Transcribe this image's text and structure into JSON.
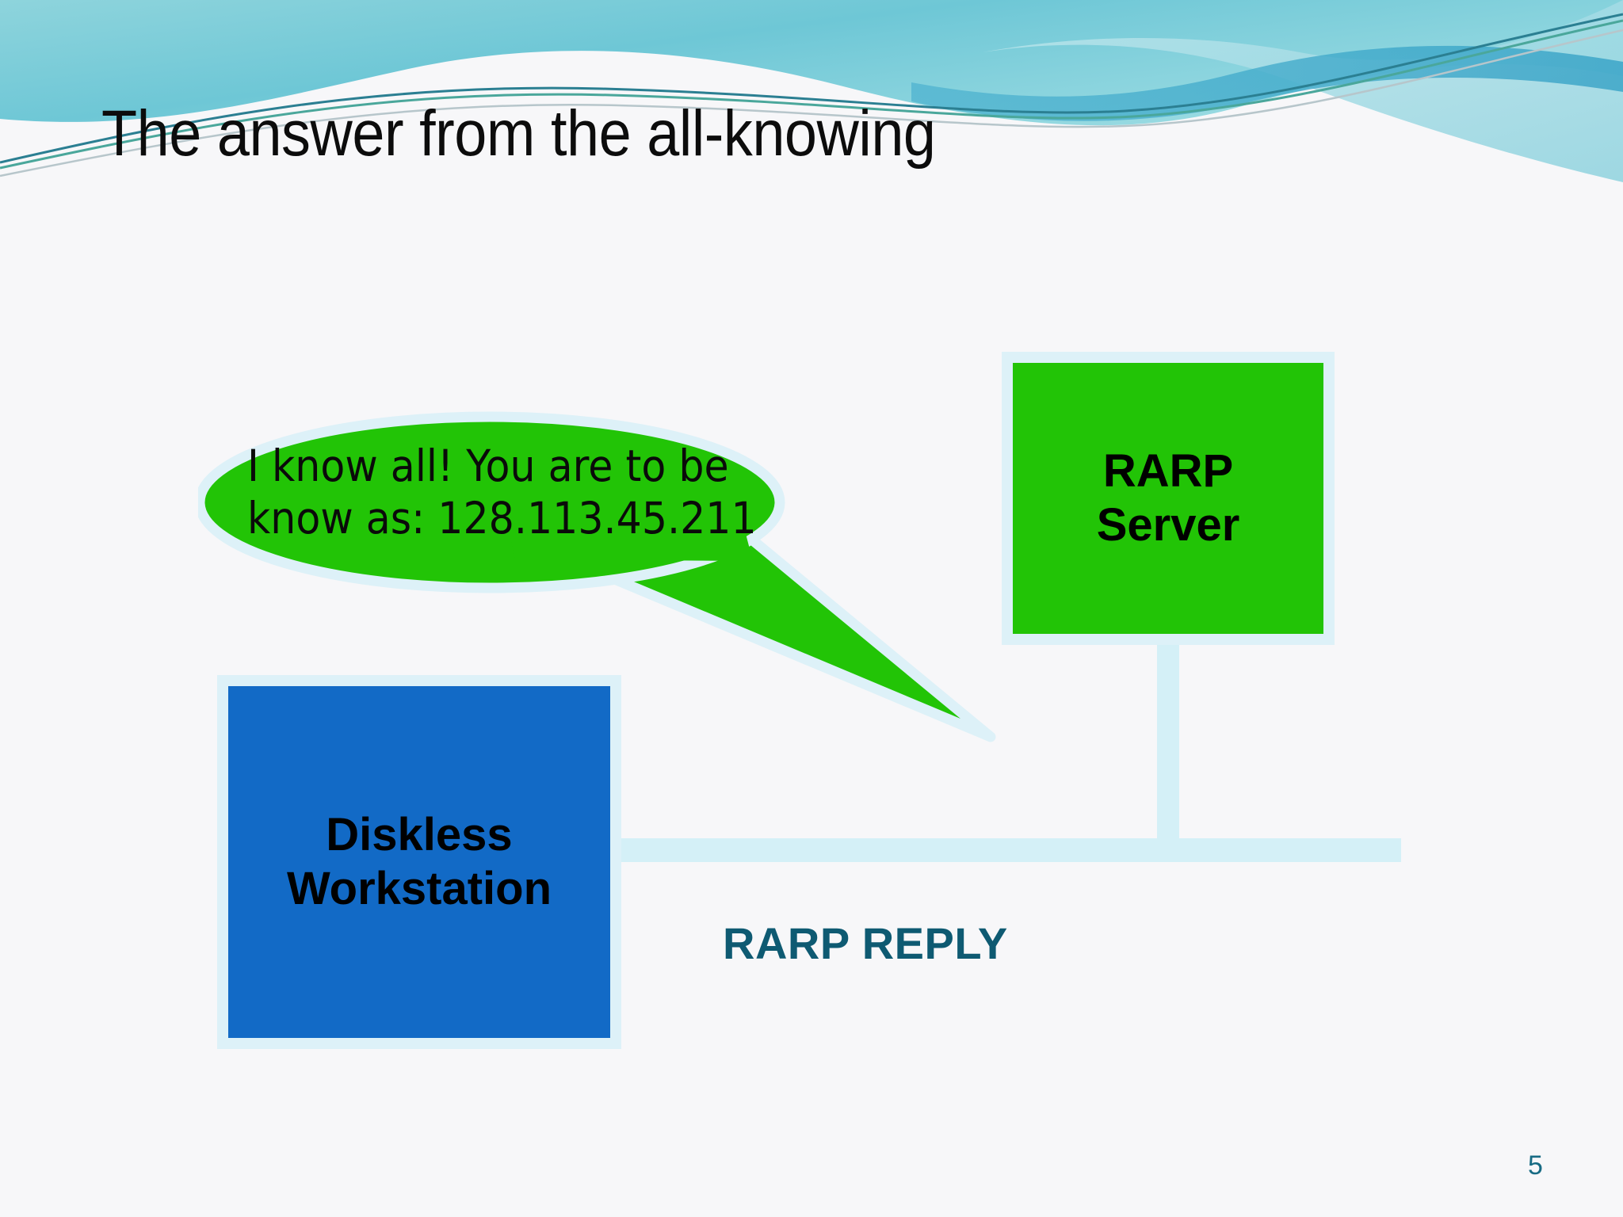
{
  "slide": {
    "title": "The answer from the all-knowing",
    "page_number": "5",
    "background_color": "#f7f7f9"
  },
  "theme": {
    "wave_teal": "#7fd0da",
    "wave_light_teal": "#a6dfe6",
    "wave_blue": "#3fa8cc",
    "cable_blue": "#d4f0f7",
    "box_border": "#ddf1f8",
    "server_green": "#22c406",
    "workstation_blue": "#126ac6",
    "caption_teal": "#0e5a72",
    "page_number_color": "#176b84"
  },
  "diagram": {
    "server_node": {
      "label_line1": "RARP",
      "label_line2": "Server"
    },
    "workstation_node": {
      "label_line1": "Diskless",
      "label_line2": "Workstation"
    },
    "caption": "RARP REPLY",
    "balloon": {
      "line1": "I know all! You are to be",
      "line2": "know as: 128.113.45.211",
      "ip_address": "128.113.45.211",
      "fill_color": "#22c406",
      "outline_color": "#ddf1f8"
    },
    "network": {
      "bus_label": "network-bus-line",
      "drop_label": "server-drop-line"
    }
  }
}
